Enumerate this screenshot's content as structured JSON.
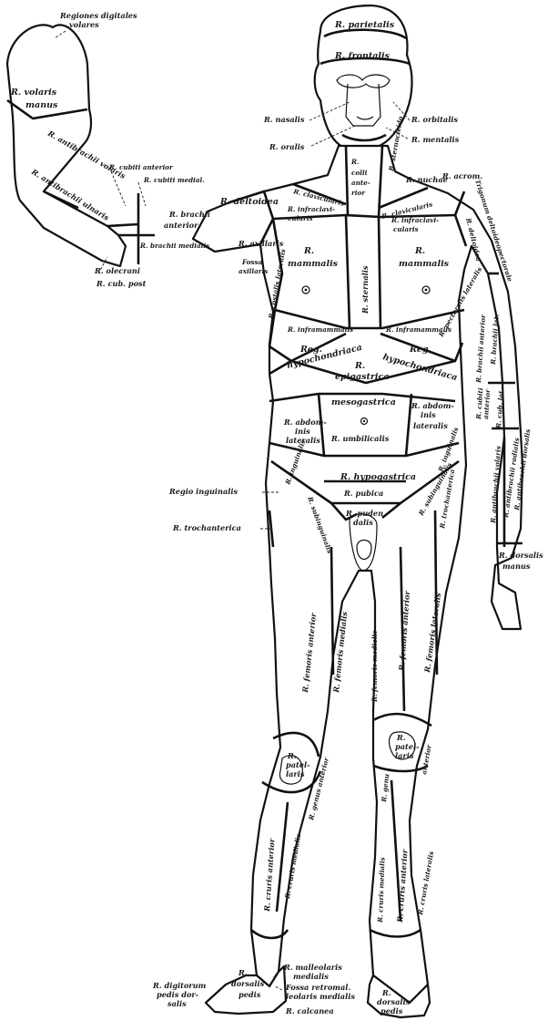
{
  "figure": {
    "labels": {
      "parietalis": "R. parietalis",
      "frontalis": "R. frontalis",
      "nasalis": "R. nasalis",
      "oralis": "R. oralis",
      "orbitalis": "R. orbitalis",
      "mentalis": "R. mentalis",
      "colli_anterior_1": "R.",
      "colli_anterior_2": "colli",
      "colli_anterior_3": "ante-",
      "colli_anterior_4": "rior",
      "sternocleido": "R. sternocleido",
      "nuchae": "R. nuchae",
      "acrom": "R. acrom.",
      "trigonum": "Trigonum deltoideopectorale",
      "regiones_digitales_1": "Regiones digitales",
      "regiones_digitales_2": "volares",
      "volaris_manus_1": "R. volaris",
      "volaris_manus_2": "manus",
      "antibrachii_volaris": "R. antibrachii volaris",
      "antibrachii_ulnaris": "R. antibrachii ulnaris",
      "cubiti_anterior": "R. cubiti anterior",
      "cubiti_medial": "R. cubiti medial.",
      "brachii_anterior_1": "R. brachii",
      "brachii_anterior_2": "anterior",
      "brachii_medialis": "R. brachii medialis",
      "olecrani": "R. olecrani",
      "cub_post": "R. cub. post",
      "deltoidea_left": "R. deltoidea",
      "clavicularis": "R. clavicularis",
      "infraclavicularis_1": "R. infraclavi-",
      "infraclavicularis_2": "cularis",
      "axillaris": "R. axillaris",
      "fossa_axillaris_1": "Fossa",
      "fossa_axillaris_2": "axillaris",
      "mammalis_r": "R.",
      "mammalis_r2": "mammalis",
      "mammalis_l": "R.",
      "mammalis_l2": "mammalis",
      "sternalis": "R. sternalis",
      "inframammalis_r": "R. inframammalis",
      "inframammalis_l": "R. inframammalis",
      "pectoralis_lateralis": "R. pectoralis lateralis",
      "costalis_lateralis": "R. costalis lateralis",
      "hypochondriaca_r_1": "Reg.",
      "hypochondriaca_r_2": "hypochondriaca",
      "hypochondriaca_l_1": "Reg.",
      "hypochondriaca_l_2": "hypochondriaca",
      "epigastrica_1": "R.",
      "epigastrica_2": "epigastrica",
      "mesogastrica": "mesogastrica",
      "abdominis_lat_r_1": "R. abdom-",
      "abdominis_lat_r_2": "inis",
      "abdominis_lat_r_3": "lateralis",
      "abdominis_lat_l_1": "R. abdom-",
      "abdominis_lat_l_2": "inis",
      "abdominis_lat_l_3": "lateralis",
      "umbilicalis": "R. umbilicalis",
      "hypogastrica": "R. hypogastrica",
      "pubica": "R. pubica",
      "pudendalis_1": "R. puden",
      "pudendalis_2": "dalis",
      "inguinalis": "Regio inguinalis",
      "inguinalis_r": "R. inguinalis",
      "inguinalis_l": "R. inguinalis",
      "subinguinalis_r": "R. subinguinalis",
      "subinguinalis_l": "R. subinguinalis",
      "trochanterica_left": "R. trochanterica",
      "trochanterica_right": "R. trochanterica",
      "deltoidea_right": "R. deltoidea",
      "brachii_anterior_right": "R. brachii anterior",
      "brachii_lat_right": "R. brachii lat.",
      "cubiti_anterior_right_1": "R. cubiti",
      "cubiti_anterior_right_2": "anterior",
      "cub_lat": "R. cub. lat.",
      "antibrachii_volaris_right": "R. antibrachii volaris",
      "antibrachii_radialis": "R. antibrachii radialis",
      "antibrachii_dorsalis": "R. antibrachii dorsalis",
      "dorsalis_manus_1": "R. dorsalis",
      "dorsalis_manus_2": "manus",
      "femoris_anterior_r": "R. femoris anterior",
      "femoris_medialis_r": "R. femoris medialis",
      "femoris_medialis_l": "R. femoris medialis",
      "femoris_anterior_l": "R. femoris anterior",
      "femoris_lateralis_l": "R. femoris lateralis",
      "patellaris_r_1": "R.",
      "patellaris_r_2": "patel-",
      "patellaris_r_3": "laris",
      "patellaris_l_1": "R.",
      "patellaris_l_2": "patel-",
      "patellaris_l_3": "laris",
      "genus_anterior_r": "R. genus anterior",
      "genus_l": "R. genu",
      "genus_anterior_l": "anterior",
      "cruris_anterior_r": "R. cruris anterior",
      "cruris_medialis_r": "R. cruris medialis",
      "cruris_medialis_l": "R. cruris medialis",
      "cruris_anterior_l": "R. cruris anterior",
      "cruris_lateralis_l": "R. cruris lateralis",
      "malleolaris_1": "R. malleolaris",
      "malleolaris_2": "medialis",
      "fossa_retromal_1": "Fossa retromal.",
      "fossa_retromal_2": "leolaris medialis",
      "calcanea": "R. calcanea",
      "dorsalis_pedis_r_1": "R.",
      "dorsalis_pedis_r_2": "dorsalis",
      "dorsalis_pedis_r_3": "pedis",
      "dorsalis_pedis_l_1": "R.",
      "dorsalis_pedis_l_2": "dorsalis",
      "dorsalis_pedis_l_3": "pedis",
      "digitorum_pedis_1": "R. digitorum",
      "digitorum_pedis_2": "pedis dor-",
      "digitorum_pedis_3": "salis"
    }
  }
}
